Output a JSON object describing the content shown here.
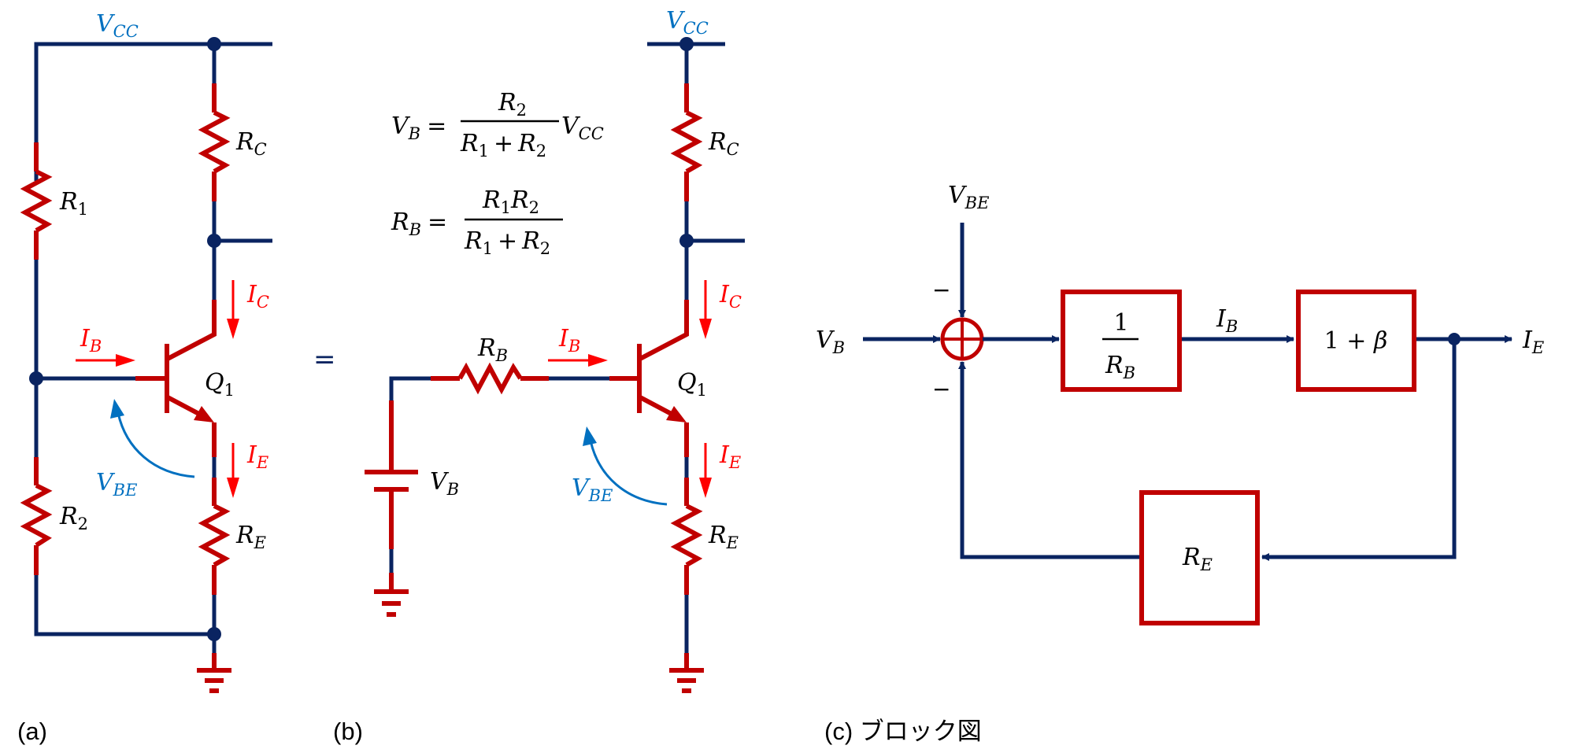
{
  "figure": {
    "captions": {
      "a": "(a)",
      "b": "(b)",
      "c": "(c)  ブロック図"
    },
    "colors": {
      "wire": "#0a2461",
      "component": "#c00000",
      "current": "#ff0000",
      "voltage": "#0070c0"
    }
  },
  "circuit_a": {
    "supply": {
      "main": "V",
      "sub": "CC"
    },
    "r1": {
      "main": "R",
      "sub": "1"
    },
    "r2": {
      "main": "R",
      "sub": "2"
    },
    "rc": {
      "main": "R",
      "sub": "C"
    },
    "re": {
      "main": "R",
      "sub": "E"
    },
    "transistor": {
      "main": "Q",
      "sub": "1"
    },
    "ib": {
      "main": "I",
      "sub": "B"
    },
    "ic": {
      "main": "I",
      "sub": "C"
    },
    "ie": {
      "main": "I",
      "sub": "E"
    },
    "vbe": {
      "main": "V",
      "sub": "BE"
    }
  },
  "equals_sign": "=",
  "equations": {
    "vb": {
      "lhs_main": "V",
      "lhs_sub": "B",
      "eq": "=",
      "num_main": "R",
      "num_sub": "2",
      "den_a_main": "R",
      "den_a_sub": "1",
      "den_op": "+",
      "den_b_main": "R",
      "den_b_sub": "2",
      "tail_main": "V",
      "tail_sub": "CC"
    },
    "rb": {
      "lhs_main": "R",
      "lhs_sub": "B",
      "eq": "=",
      "num_a_main": "R",
      "num_a_sub": "1",
      "num_b_main": "R",
      "num_b_sub": "2",
      "den_a_main": "R",
      "den_a_sub": "1",
      "den_op": "+",
      "den_b_main": "R",
      "den_b_sub": "2"
    }
  },
  "circuit_b": {
    "supply": {
      "main": "V",
      "sub": "CC"
    },
    "rb": {
      "main": "R",
      "sub": "B"
    },
    "vb": {
      "main": "V",
      "sub": "B"
    },
    "rc": {
      "main": "R",
      "sub": "C"
    },
    "re": {
      "main": "R",
      "sub": "E"
    },
    "transistor": {
      "main": "Q",
      "sub": "1"
    },
    "ib": {
      "main": "I",
      "sub": "B"
    },
    "ic": {
      "main": "I",
      "sub": "C"
    },
    "ie": {
      "main": "I",
      "sub": "E"
    },
    "vbe": {
      "main": "V",
      "sub": "BE"
    }
  },
  "block_diagram": {
    "input": {
      "main": "V",
      "sub": "B"
    },
    "disturbance": {
      "main": "V",
      "sub": "BE"
    },
    "sign_top": "−",
    "sign_bottom": "−",
    "block1": {
      "num": "1",
      "den_main": "R",
      "den_sub": "B"
    },
    "signal_mid": {
      "main": "I",
      "sub": "B"
    },
    "block2": {
      "text_a": "1 + ",
      "text_b": "β"
    },
    "output": {
      "main": "I",
      "sub": "E"
    },
    "feedback_block": {
      "main": "R",
      "sub": "E"
    }
  }
}
